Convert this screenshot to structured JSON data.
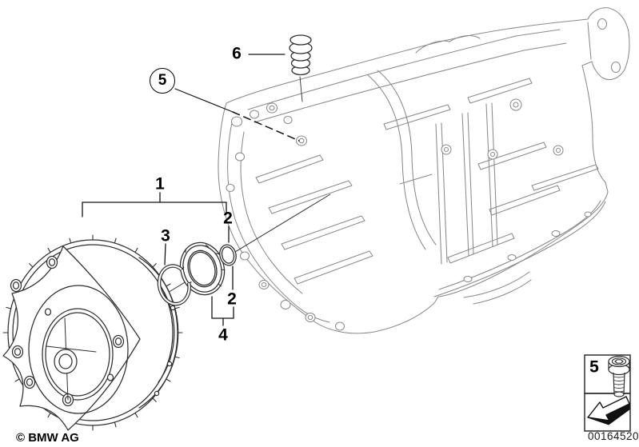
{
  "diagram": {
    "callouts": {
      "torque_converter_group": "1",
      "o_ring_upper": "2",
      "snap_ring": "3",
      "o_ring_lower": "2",
      "seal_kit_group": "4",
      "hidden_screw_circled": "5",
      "vent_plug": "6"
    },
    "legend": {
      "item_number": "5"
    },
    "footer": {
      "copyright": "© BMW AG",
      "image_number": "00164520"
    },
    "icons": {
      "direction_arrow": "direction-arrow-icon",
      "socket_screw": "socket-screw-icon"
    },
    "colors": {
      "background": "#ffffff",
      "part_line": "#2f2f2f",
      "housing_line": "#8a8a8a",
      "label": "#000000"
    }
  }
}
